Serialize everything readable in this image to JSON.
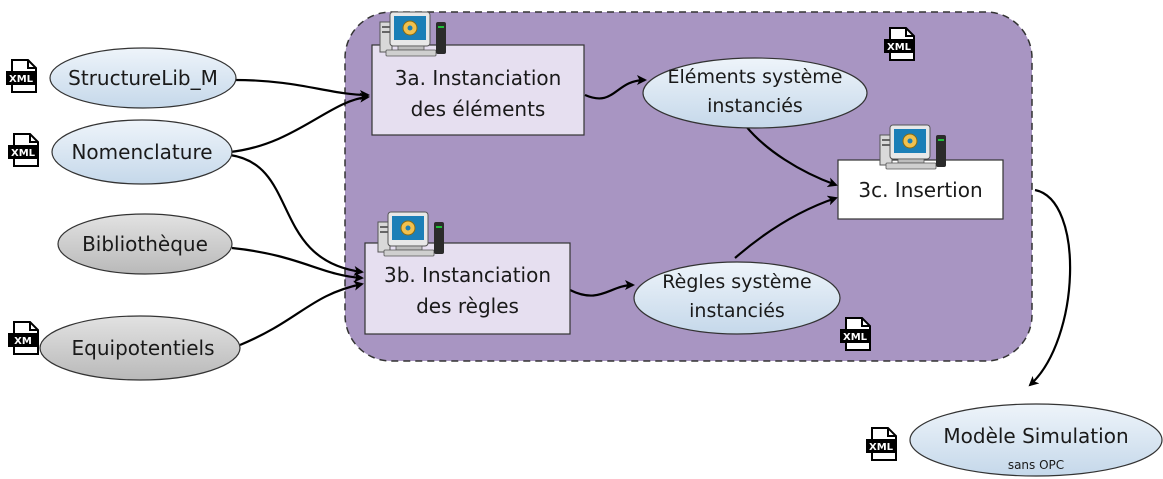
{
  "nodes": {
    "structurelib": "StructureLib_M",
    "nomenclature": "Nomenclature",
    "bibliotheque": "Bibliothèque",
    "equipotentiels": "Equipotentiels",
    "step_3a_line1": "3a. Instanciation",
    "step_3a_line2": "des éléments",
    "step_3b_line1": "3b. Instanciation",
    "step_3b_line2": "des règles",
    "step_3c": "3c. Insertion",
    "elements_line1": "Eléments système",
    "elements_line2": "instanciés",
    "regles_line1": "Règles système",
    "regles_line2": "instanciés",
    "modele_line1": "Modèle Simulation",
    "modele_line2": "sans OPC"
  },
  "icons": {
    "xml_label": "XML",
    "xml_label_cut": "XM"
  },
  "colors": {
    "group_fill": "#a895c2",
    "ellipse_blue": "#d6e4f0",
    "ellipse_grey": "#cfcfcf",
    "process_fill": "#e6dff0"
  }
}
